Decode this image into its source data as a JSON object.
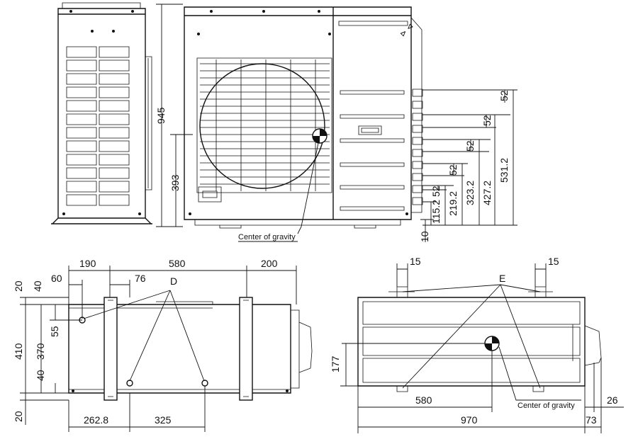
{
  "labels": {
    "cog_top": "Center of gravity",
    "cog_right": "Center of gravity",
    "callout_d": "D",
    "callout_e": "E"
  },
  "dims": {
    "top_height": "945",
    "cog_height": "393",
    "d_52a": "52",
    "d_52b": "52",
    "d_52c": "52",
    "d_52d": "52",
    "d_52e": "52",
    "d_531": "531.2",
    "d_427": "427.2",
    "d_323": "323.2",
    "d_219": "219.2",
    "d_115": "115.2",
    "d_10": "10",
    "bl_190": "190",
    "bl_580": "580",
    "bl_200": "200",
    "bl_60": "60",
    "bl_76": "76",
    "bl_20a": "20",
    "bl_40a": "40",
    "bl_55": "55",
    "bl_410": "410",
    "bl_370": "370",
    "bl_40b": "40",
    "bl_20b": "20",
    "bl_262": "262.8",
    "bl_325": "325",
    "br_15a": "15",
    "br_15b": "15",
    "br_177": "177",
    "br_580": "580",
    "br_26": "26",
    "br_970": "970",
    "br_73": "73"
  }
}
